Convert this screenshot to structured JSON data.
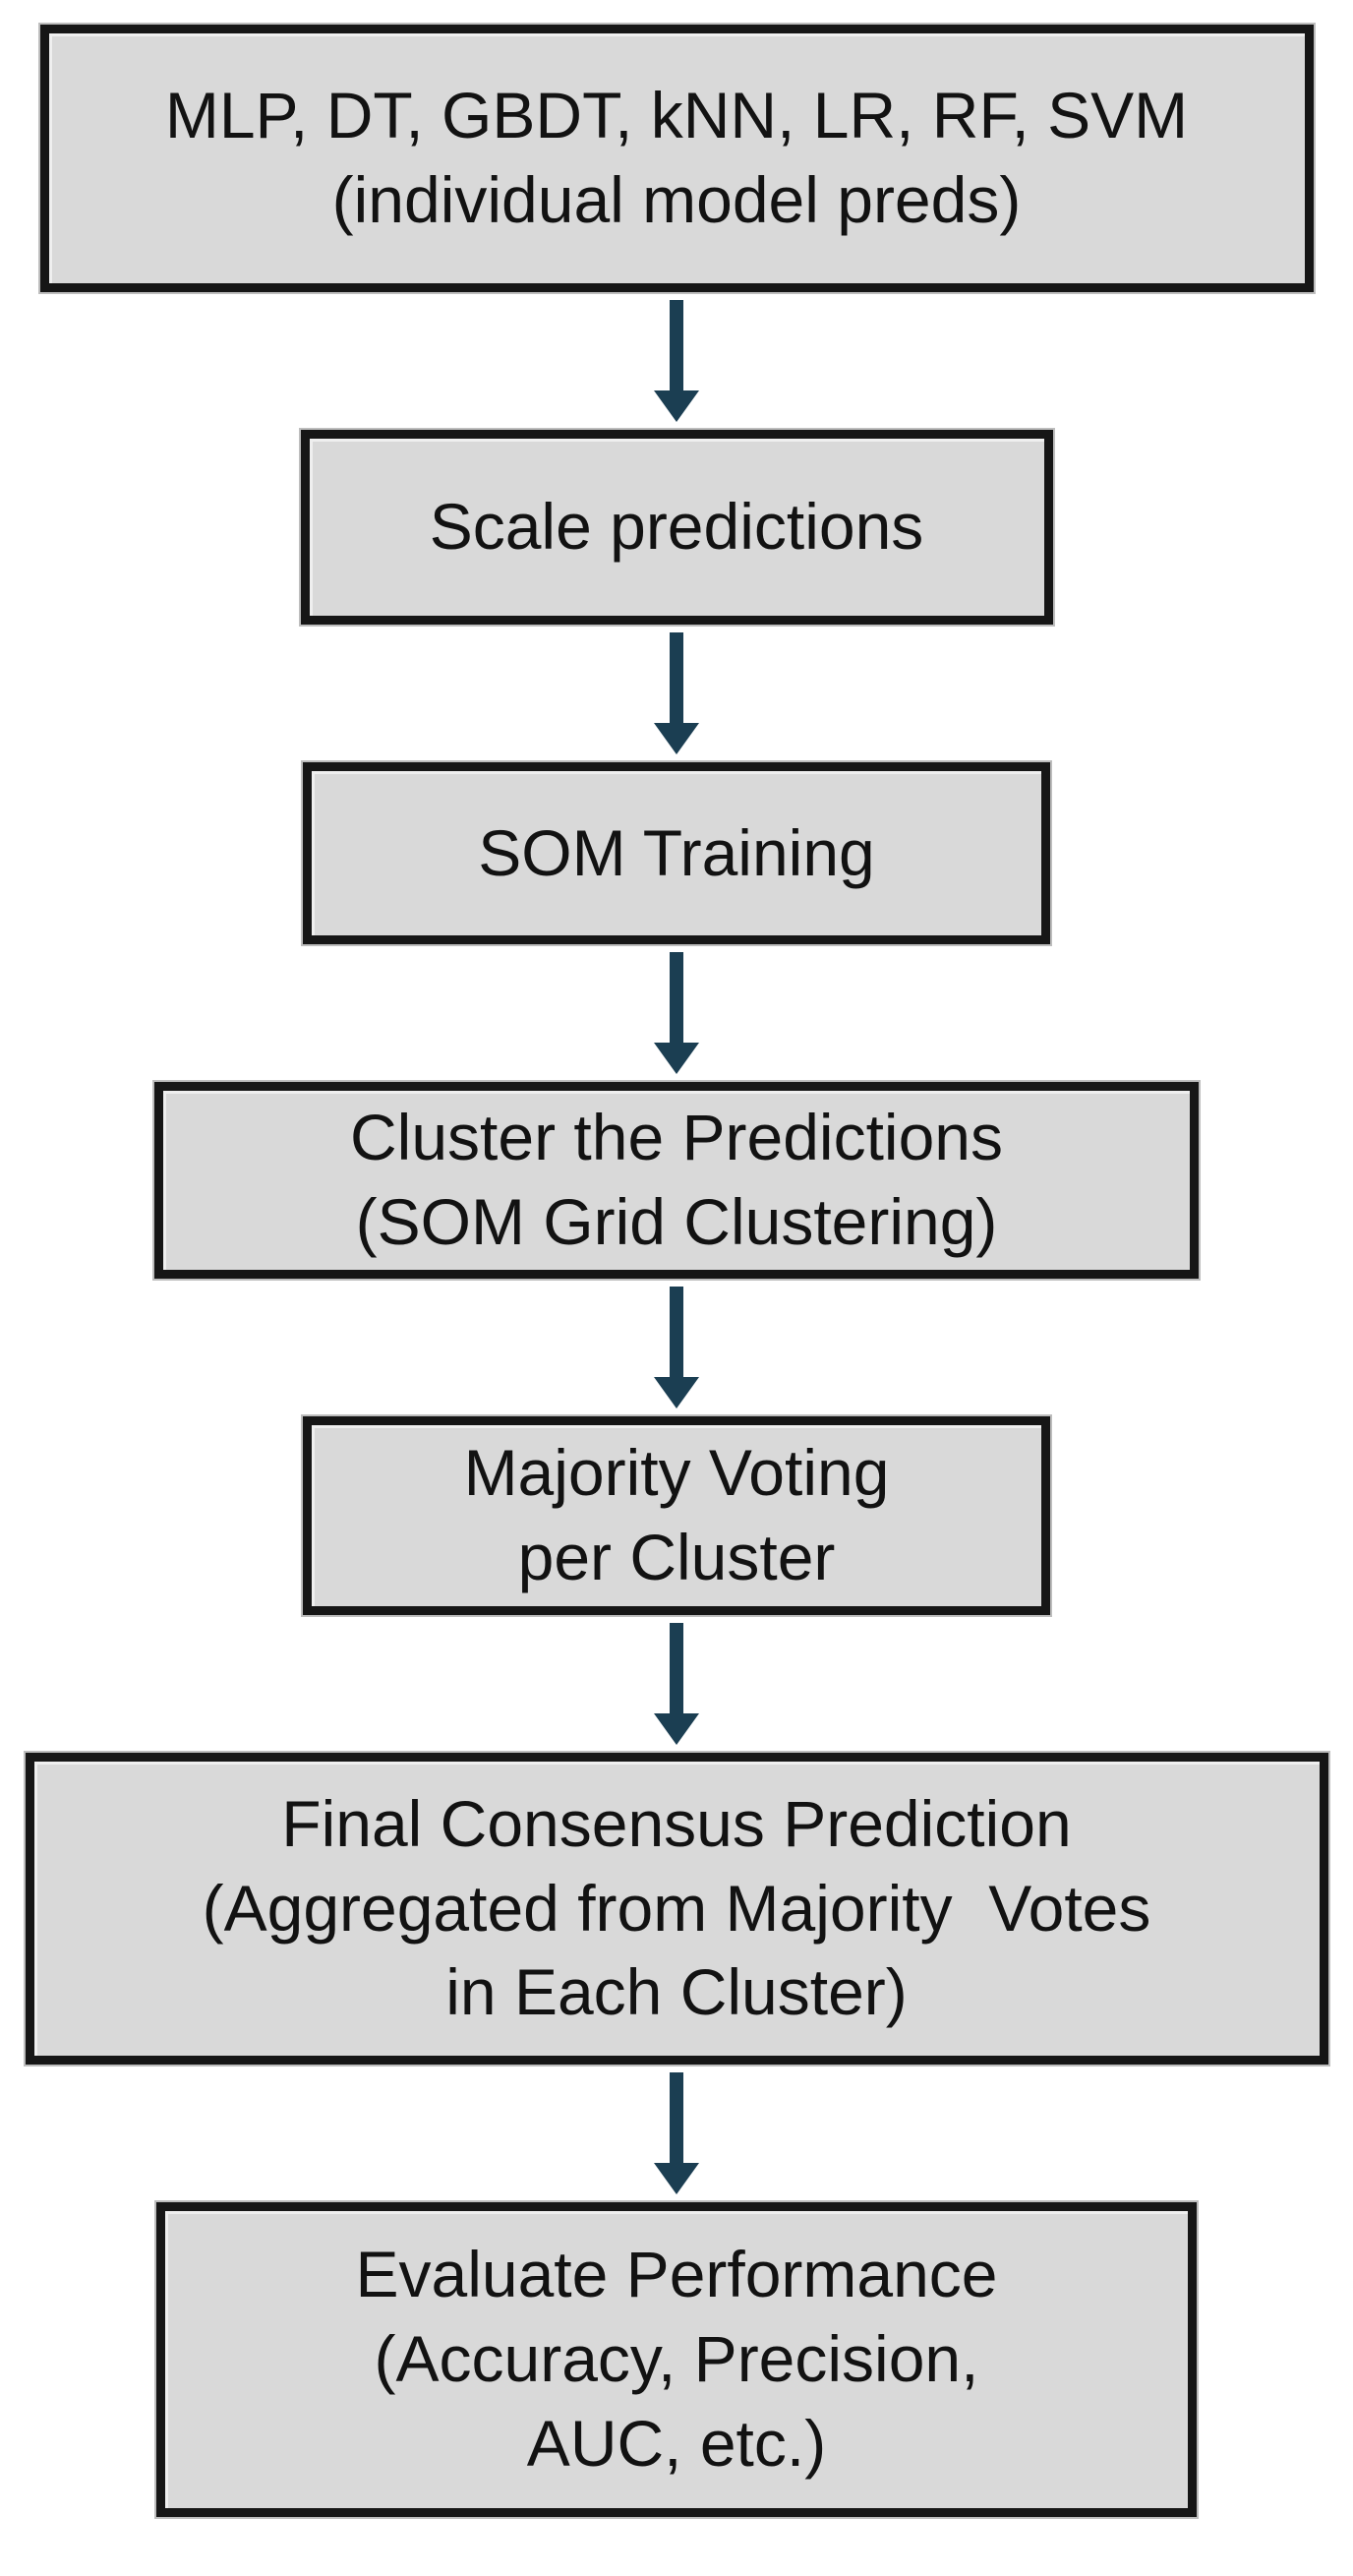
{
  "flowchart": {
    "colors": {
      "background": "#ffffff",
      "box_fill": "#d9d9d9",
      "box_border": "#161616",
      "arrow": "#1b3e52",
      "text": "#121212"
    },
    "arrow_icon": "down-arrow",
    "steps": [
      {
        "name": "individual-model-predictions",
        "lines": [
          "MLP, DT, GBDT, kNN, LR, RF, SVM",
          "(individual model preds)"
        ]
      },
      {
        "name": "scale-predictions",
        "lines": [
          "Scale predictions"
        ]
      },
      {
        "name": "som-training",
        "lines": [
          "SOM Training"
        ]
      },
      {
        "name": "cluster-predictions",
        "lines": [
          "Cluster the Predictions",
          "(SOM Grid Clustering)"
        ]
      },
      {
        "name": "majority-voting",
        "lines": [
          "Majority Voting",
          "per Cluster"
        ]
      },
      {
        "name": "final-consensus-prediction",
        "lines": [
          "Final Consensus Prediction",
          "(Aggregated from Majority  Votes",
          "in Each Cluster)"
        ]
      },
      {
        "name": "evaluate-performance",
        "lines": [
          "Evaluate Performance",
          "(Accuracy, Precision,",
          "AUC, etc.)"
        ]
      }
    ]
  }
}
